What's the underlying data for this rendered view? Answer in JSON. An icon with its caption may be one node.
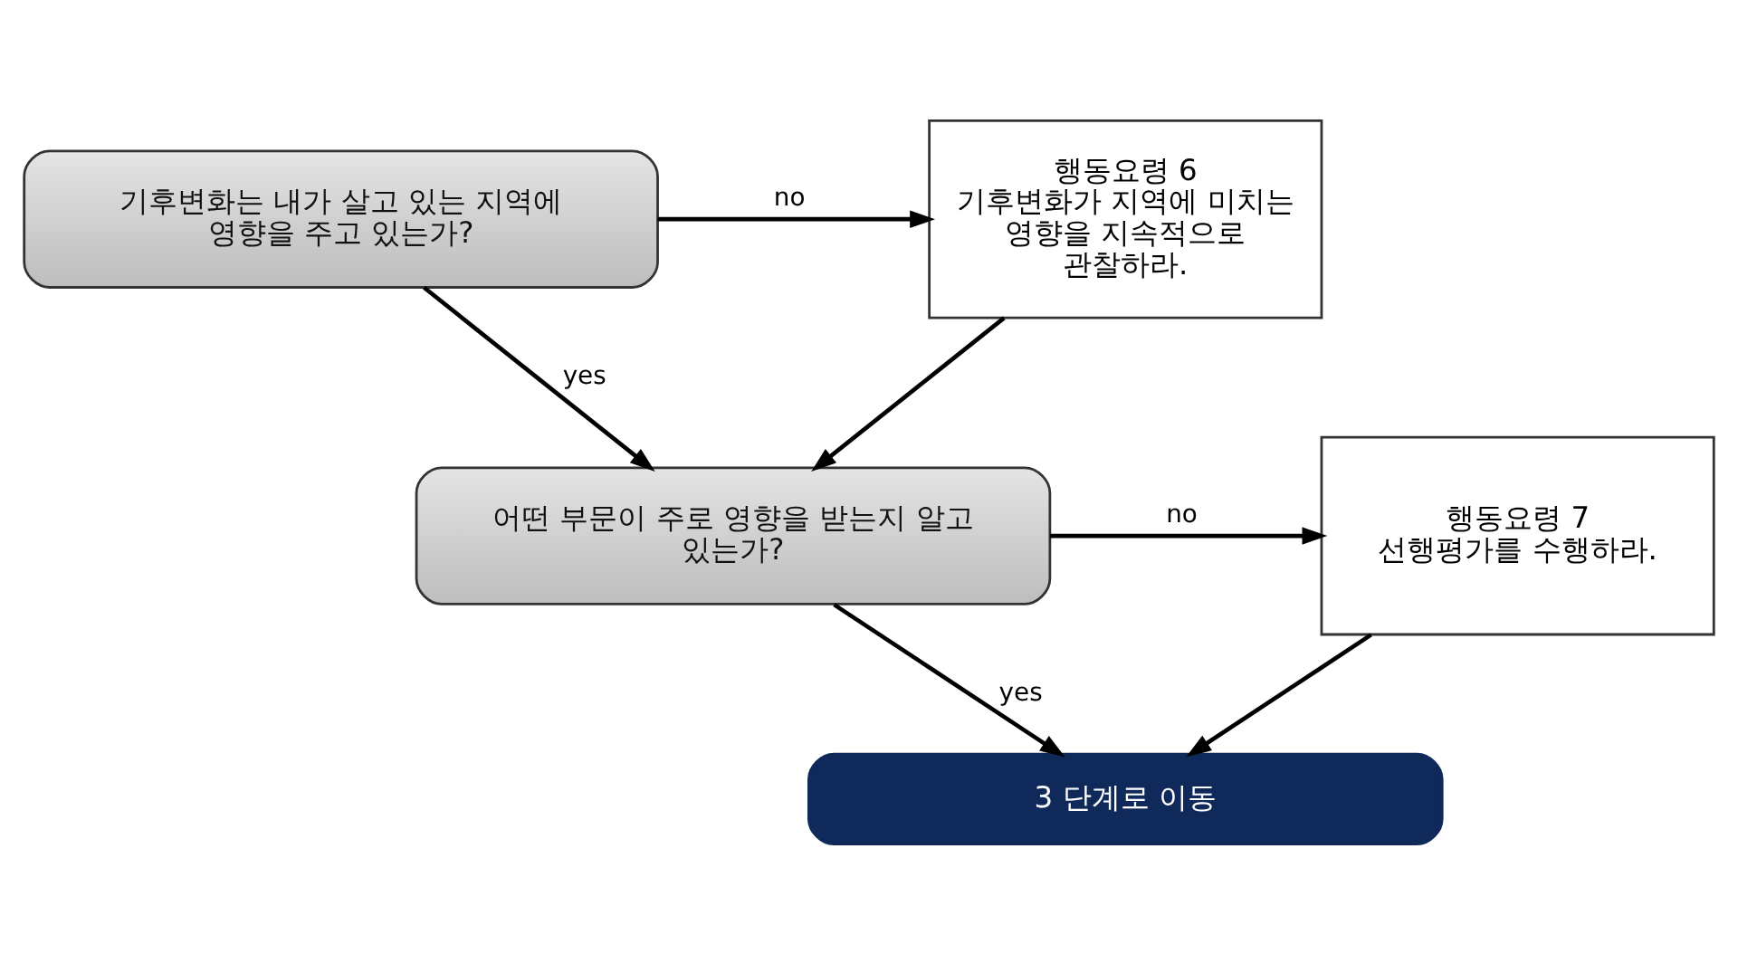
{
  "diagram": {
    "nodes": [
      {
        "text": [
          "기후변화는 내가 살고 있는 지역에 영향을 주고 있는가?"
        ]
      },
      {
        "text": [
          "행동요령 6",
          "기후변화가 지역에 미치는 영향을 지속적으로 관찰하라."
        ]
      },
      {
        "text": [
          "어떤 부문이 주로 영향을 받는지 알고 있는가?"
        ]
      },
      {
        "text": [
          "행동요령 7",
          "선행평가를 수행하라."
        ]
      },
      {
        "text": [
          "3 단계로 이동"
        ]
      }
    ],
    "edges": [
      {
        "from": 0,
        "to": 1,
        "arrow": "to",
        "label": "no"
      },
      {
        "from": 0,
        "to": 2,
        "arrow": "to",
        "label": "yes"
      },
      {
        "from": 1,
        "to": 2,
        "arrow": "to"
      },
      {
        "from": 2,
        "to": 3,
        "arrow": "to",
        "label": "no"
      },
      {
        "from": 2,
        "to": 4,
        "arrow": "to",
        "label": "yes"
      },
      {
        "from": 3,
        "to": 4,
        "arrow": "to"
      }
    ]
  }
}
